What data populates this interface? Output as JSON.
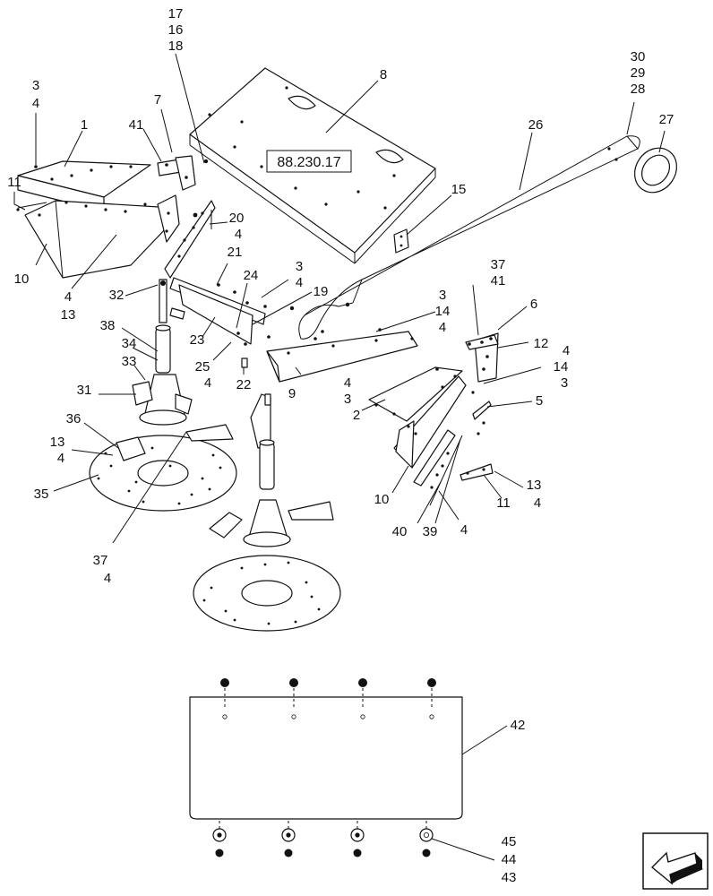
{
  "figure_reference": "88.230.17",
  "callouts": {
    "c17_16_18": [
      "17",
      "16",
      "18"
    ],
    "c3_4_top": [
      "3",
      "4"
    ],
    "c1": "1",
    "c7": "7",
    "c41_top": "41",
    "c8": "8",
    "c30_29_28": [
      "30",
      "29",
      "28"
    ],
    "c27": "27",
    "c26": "26",
    "c11_left": "11",
    "c15": "15",
    "c20_4": [
      "20",
      "4"
    ],
    "c21": "21",
    "c10_left": "10",
    "c4_13_left": [
      "4",
      "13"
    ],
    "c32": "32",
    "c24": "24",
    "c3_4_mid": [
      "3",
      "4"
    ],
    "c19": "19",
    "c37_41": [
      "37",
      "41"
    ],
    "c6": "6",
    "c3_14_4": [
      "3",
      "14",
      "4"
    ],
    "c38": "38",
    "c34": "34",
    "c33": "33",
    "c23": "23",
    "c25_4": [
      "25",
      "4"
    ],
    "c22": "22",
    "c9": "9",
    "c12": "12",
    "c4_14_3": [
      "4",
      "14",
      "3"
    ],
    "c31": "31",
    "c4_3_2": [
      "4",
      "3",
      "2"
    ],
    "c5": "5",
    "c36": "36",
    "c13_4_left": [
      "13",
      "4"
    ],
    "c35": "35",
    "c13_4_right": [
      "13",
      "4"
    ],
    "c10_right": "10",
    "c11_right": "11",
    "c40": "40",
    "c39": "39",
    "c4_right": "4",
    "c37_4": [
      "37",
      "4"
    ],
    "c42": "42",
    "c45_44_43": [
      "45",
      "44",
      "43"
    ]
  },
  "icons": {
    "nav": "previous-page-arrow-icon"
  }
}
